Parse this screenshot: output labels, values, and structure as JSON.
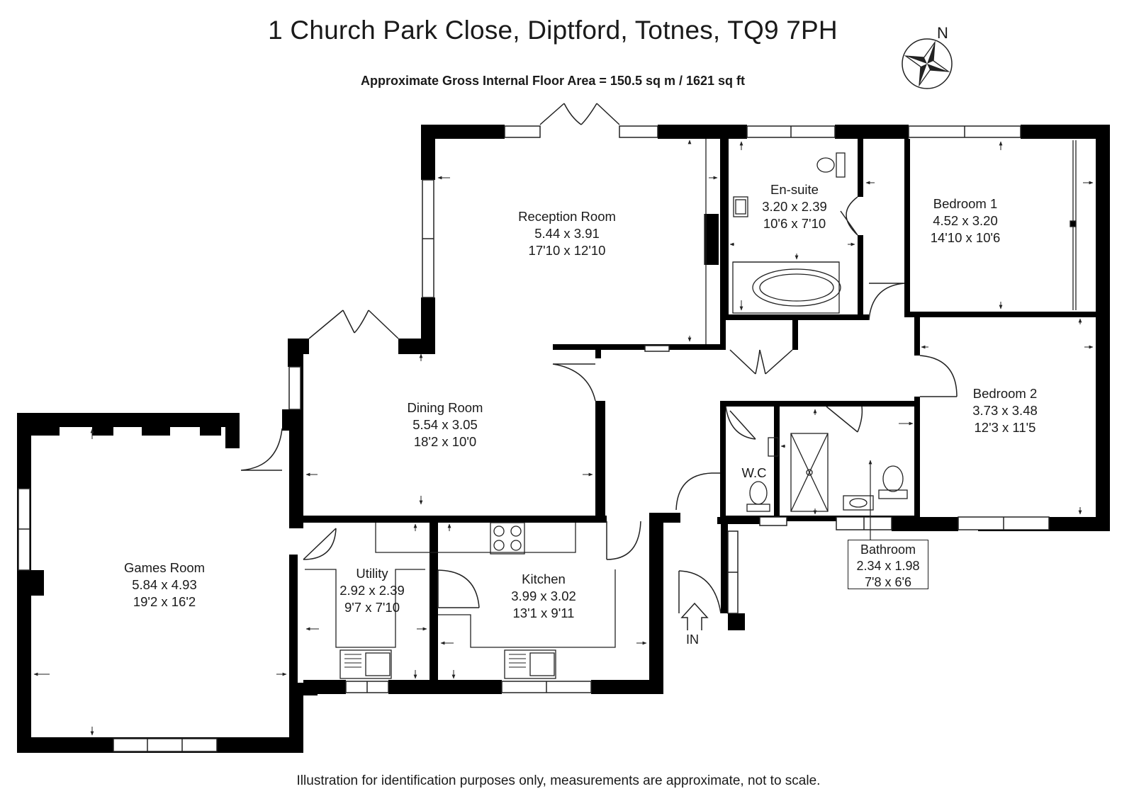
{
  "header": {
    "address": "1 Church Park Close, Diptford, Totnes, TQ9 7PH",
    "area_note": "Approximate Gross Internal Floor Area  = 150.5 sq m / 1621 sq ft"
  },
  "compass": {
    "label": "N",
    "icon": "compass-rose-icon"
  },
  "rooms": {
    "reception": {
      "name": "Reception Room",
      "metric": "5.44 x 3.91",
      "imperial": "17'10 x 12'10"
    },
    "dining": {
      "name": "Dining Room",
      "metric": "5.54 x 3.05",
      "imperial": "18'2 x 10'0"
    },
    "ensuite": {
      "name": "En-suite",
      "metric": "3.20 x 2.39",
      "imperial": "10'6 x 7'10"
    },
    "bedroom1": {
      "name": "Bedroom 1",
      "metric": "4.52 x 3.20",
      "imperial": "14'10 x 10'6"
    },
    "bedroom2": {
      "name": "Bedroom 2",
      "metric": "3.73 x 3.48",
      "imperial": "12'3 x 11'5"
    },
    "games": {
      "name": "Games Room",
      "metric": "5.84 x 4.93",
      "imperial": "19'2 x 16'2"
    },
    "utility": {
      "name": "Utility",
      "metric": "2.92 x 2.39",
      "imperial": "9'7 x 7'10"
    },
    "kitchen": {
      "name": "Kitchen",
      "metric": "3.99 x 3.02",
      "imperial": "13'1 x 9'11"
    },
    "wc": {
      "name": "W.C"
    },
    "bathroom": {
      "name": "Bathroom",
      "metric": "2.34 x 1.98",
      "imperial": "7'8 x 6'6"
    }
  },
  "entrance": {
    "label": "IN"
  },
  "footer": {
    "disclaimer": "Illustration for identification purposes only, measurements are approximate, not to scale."
  },
  "colors": {
    "wall": "#000000",
    "line": "#222222",
    "background": "#ffffff"
  }
}
